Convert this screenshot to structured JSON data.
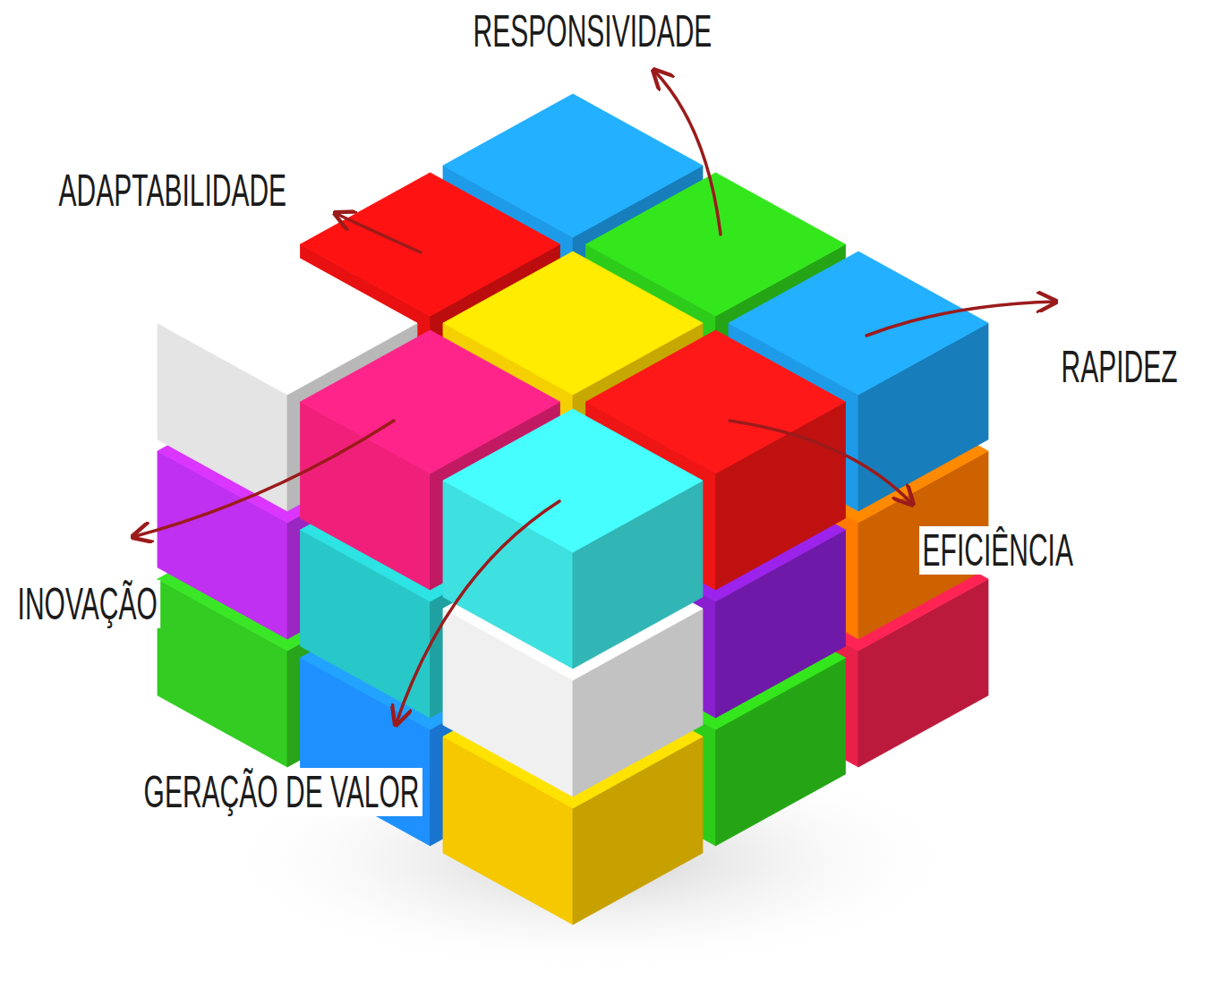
{
  "diagram": {
    "labels": [
      "RESPONSIVIDADE",
      "ADAPTABILIDADE",
      "RAPIDEZ",
      "EFICIÊNCIA",
      "INOVAÇÃO",
      "GERAÇÃO DE VALOR"
    ]
  }
}
